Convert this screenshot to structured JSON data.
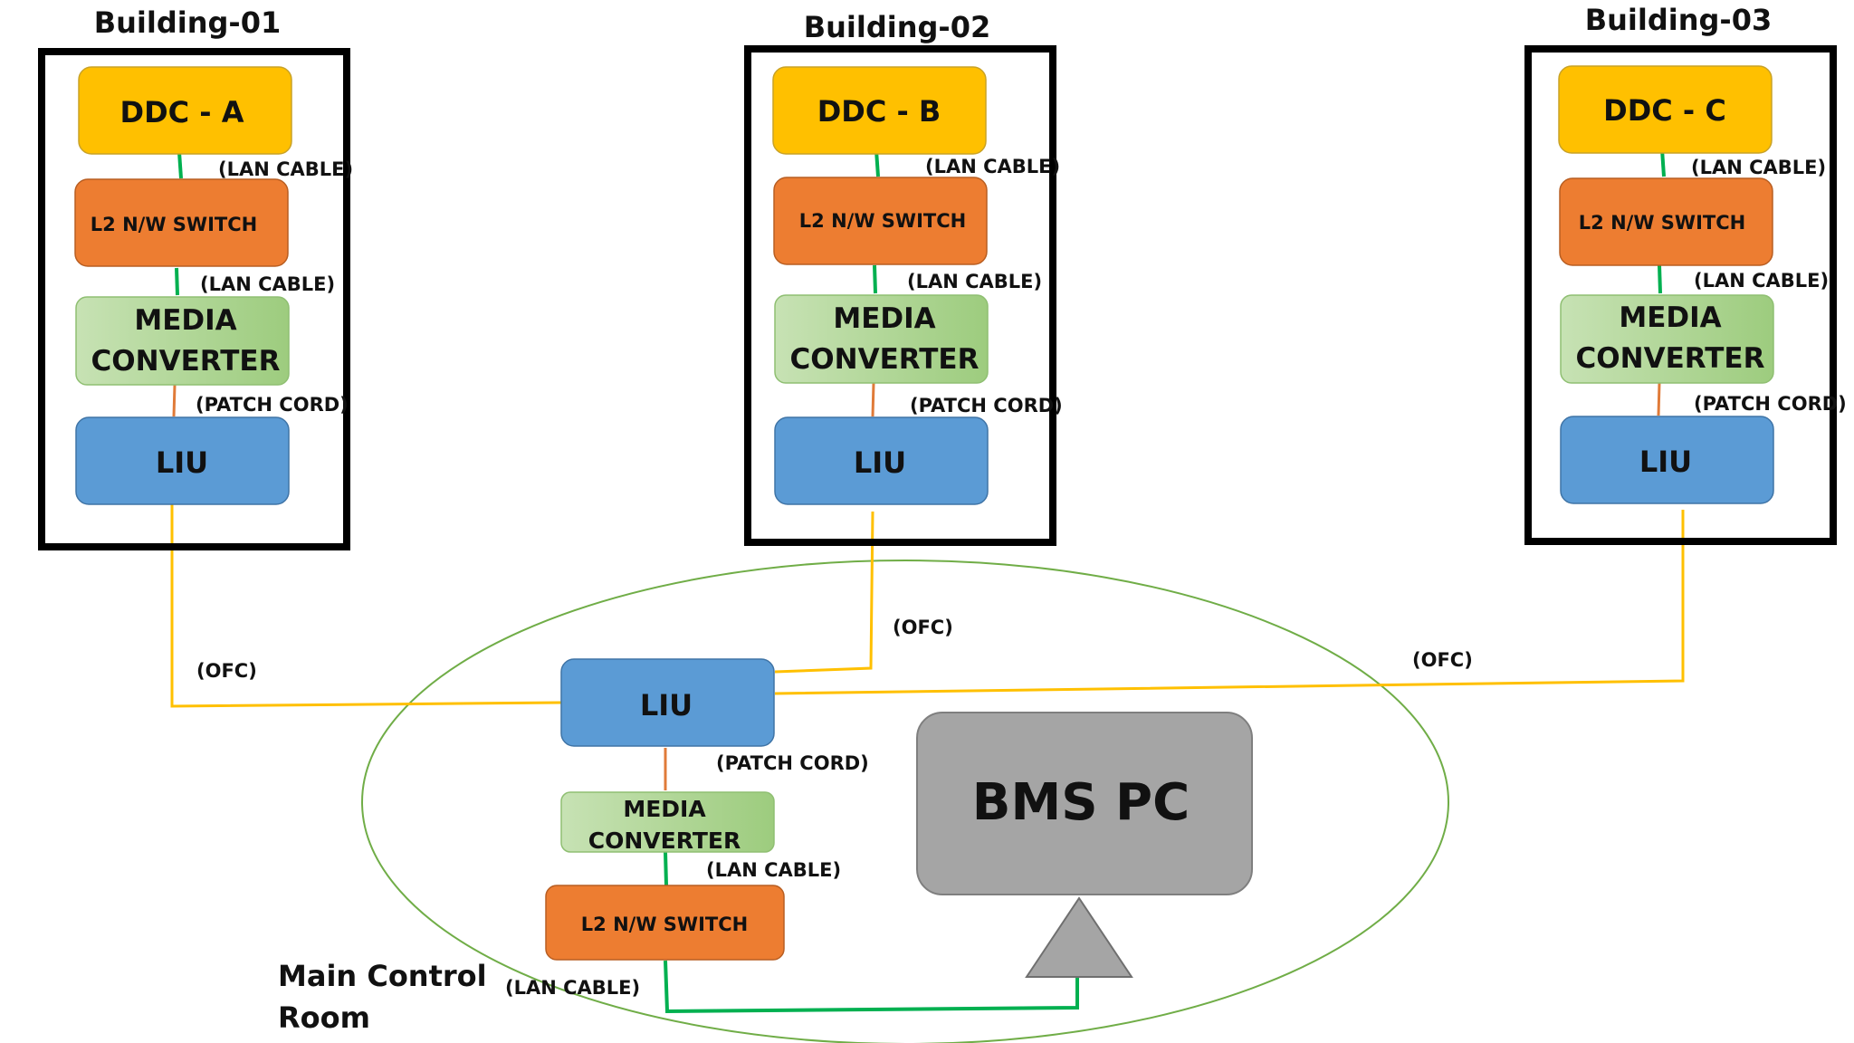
{
  "colors": {
    "ddc": "#FFC000",
    "switch": "#ED7D31",
    "media_top": "#C7E2B4",
    "media_bottom": "#9DCC7E",
    "liu": "#5B9BD5",
    "bms": "#A5A5A5",
    "lan": "#00B050",
    "patch": "#E07B39",
    "ofc": "#FFC000",
    "ellipse": "#70AD47",
    "frame": "#000000"
  },
  "buildings": [
    {
      "title": "Building-01",
      "ddc": "DDC - A",
      "switch": "L2 N/W SWITCH",
      "media_line1": "MEDIA",
      "media_line2": "CONVERTER",
      "liu": "LIU",
      "cable1": "(LAN CABLE)",
      "cable2": "(LAN CABLE)",
      "cable3": "(PATCH CORD)",
      "uplink": "(OFC)"
    },
    {
      "title": "Building-02",
      "ddc": "DDC - B",
      "switch": "L2 N/W SWITCH",
      "media_line1": "MEDIA",
      "media_line2": "CONVERTER",
      "liu": "LIU",
      "cable1": "(LAN CABLE)",
      "cable2": "(LAN CABLE)",
      "cable3": "(PATCH CORD)",
      "uplink": "(OFC)"
    },
    {
      "title": "Building-03",
      "ddc": "DDC - C",
      "switch": "L2 N/W SWITCH",
      "media_line1": "MEDIA",
      "media_line2": "CONVERTER",
      "liu": "LIU",
      "cable1": "(LAN CABLE)",
      "cable2": "(LAN CABLE)",
      "cable3": "(PATCH CORD)",
      "uplink": "(OFC)"
    }
  ],
  "control_room": {
    "title_line1": "Main Control",
    "title_line2": "Room",
    "liu": "LIU",
    "media_line1": "MEDIA",
    "media_line2": "CONVERTER",
    "switch": "L2 N/W SWITCH",
    "bms": "BMS PC",
    "cable_patch": "(PATCH CORD)",
    "cable_lan1": "(LAN CABLE)",
    "cable_lan2": "(LAN CABLE)"
  }
}
